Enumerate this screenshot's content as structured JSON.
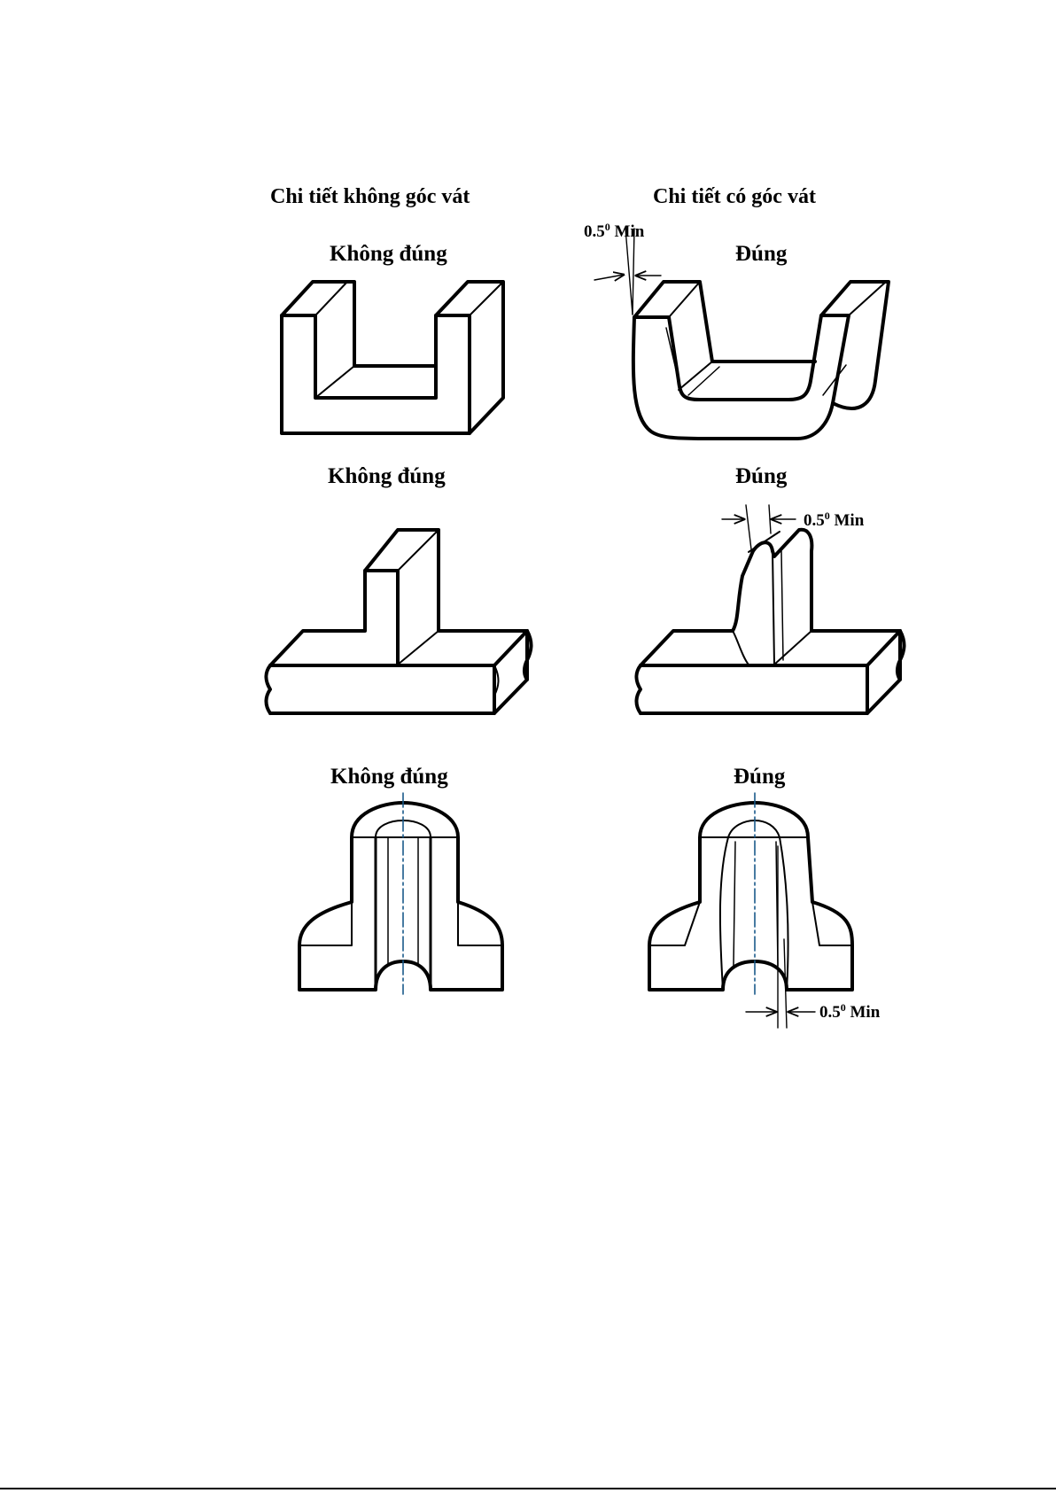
{
  "headers": {
    "left": "Chi tiết không góc vát",
    "right": "Chi tiết có góc vát"
  },
  "rows": [
    {
      "left_label": "Không đúng",
      "right_label": "Đúng"
    },
    {
      "left_label": "Không đúng",
      "right_label": "Đúng"
    },
    {
      "left_label": "Không đúng",
      "right_label": "Đúng"
    }
  ],
  "annotations": [
    {
      "value": "0.5",
      "sup": "0",
      "unit": "Min"
    },
    {
      "value": "0.5",
      "sup": "0",
      "unit": "Min"
    },
    {
      "value": "0.5",
      "sup": "0",
      "unit": "Min"
    }
  ],
  "colors": {
    "line": "#000000",
    "centerline": "#1a5a8a",
    "background": "#ffffff"
  }
}
